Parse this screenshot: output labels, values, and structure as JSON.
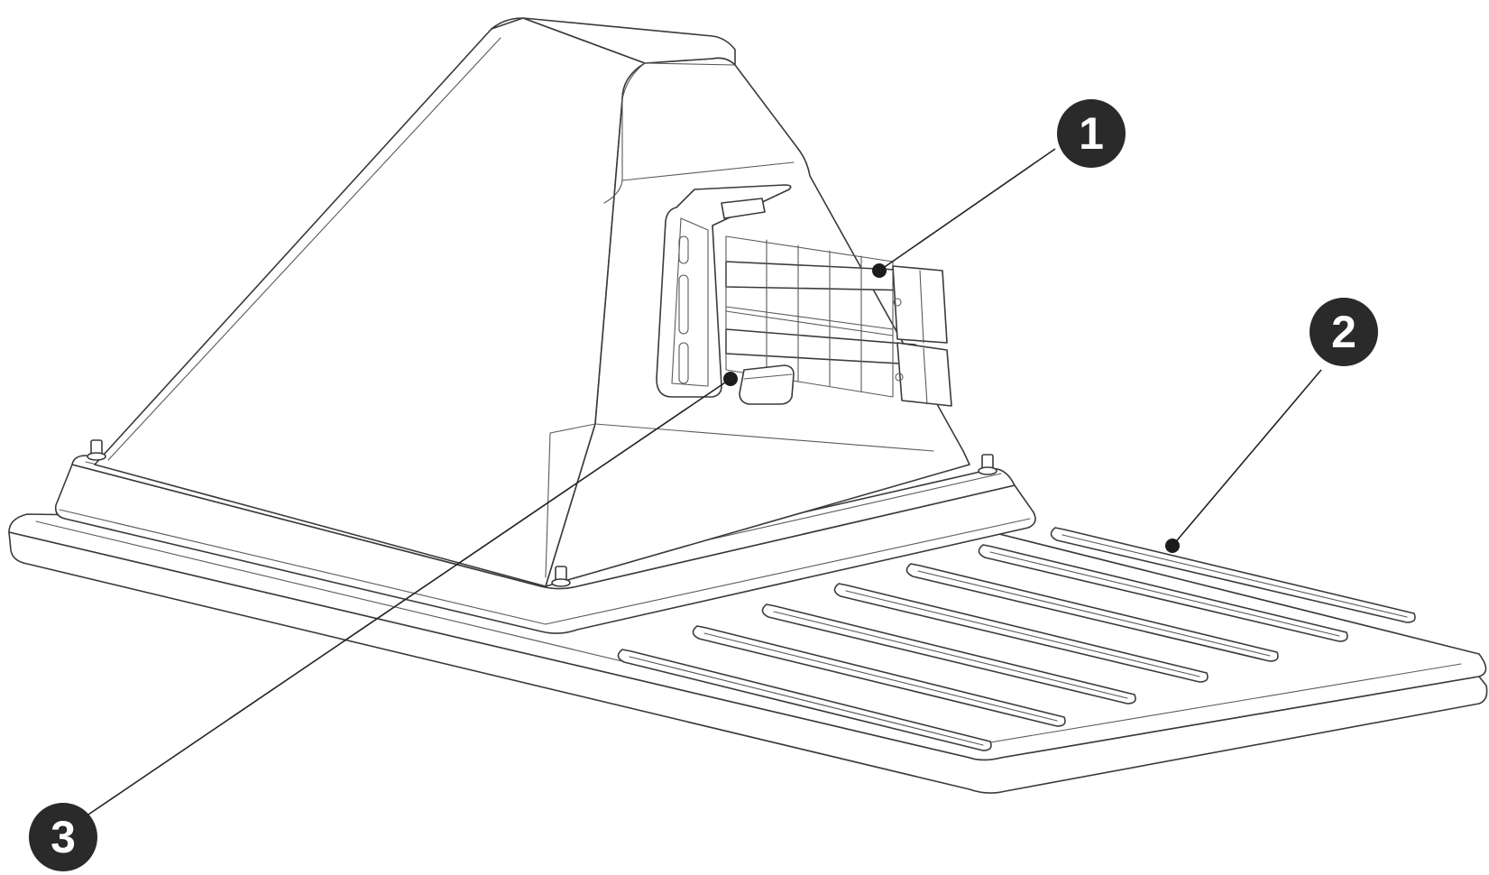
{
  "callouts": [
    {
      "id": "callout-1",
      "label": "1"
    },
    {
      "id": "callout-2",
      "label": "2"
    },
    {
      "id": "callout-3",
      "label": "3"
    }
  ],
  "colors": {
    "line": "#3a3a3a",
    "badge": "#2a2a2a",
    "badge_text": "#ffffff",
    "background": "#ffffff"
  }
}
